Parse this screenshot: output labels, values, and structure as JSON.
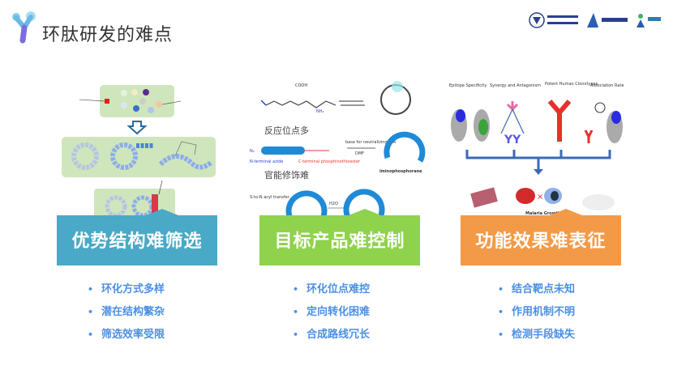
{
  "header": {
    "title": "环肽研发的难点",
    "logos": [
      "university-logo",
      "company-logo-1",
      "company-logo-2"
    ]
  },
  "columns": [
    {
      "banner": "优势结构难筛选",
      "color": "#4aa9c6",
      "bullets": [
        "环化方式多样",
        "潜在结构繁杂",
        "筛选效率受限"
      ]
    },
    {
      "banner": "目标产品难控制",
      "color": "#8fd24c",
      "bullets": [
        "环化位点难控",
        "定向转化困难",
        "合成路线冗长"
      ],
      "figure": {
        "label1": "反应位点多",
        "label2": "官能修饰难",
        "reagent": "base for neutralizing TFA",
        "solvent": "DMF",
        "product": "iminophosphorane",
        "n_term": "N-terminal azide",
        "c_term": "C-terminal phosphinothioester",
        "transfer": "S-to-N acyl transfer",
        "water": "H2O"
      }
    },
    {
      "banner": "功能效果难表征",
      "color": "#f39a48",
      "bullets": [
        "结合靶点未知",
        "作用机制不明",
        "检测手段缺失"
      ],
      "figure": {
        "h1": "Epitope Specificity",
        "h2": "Synergy and Antagonism",
        "h3": "Potent Human Clonotypes",
        "h4": "Association Rate",
        "bottom": "Malaria Growth"
      }
    }
  ]
}
